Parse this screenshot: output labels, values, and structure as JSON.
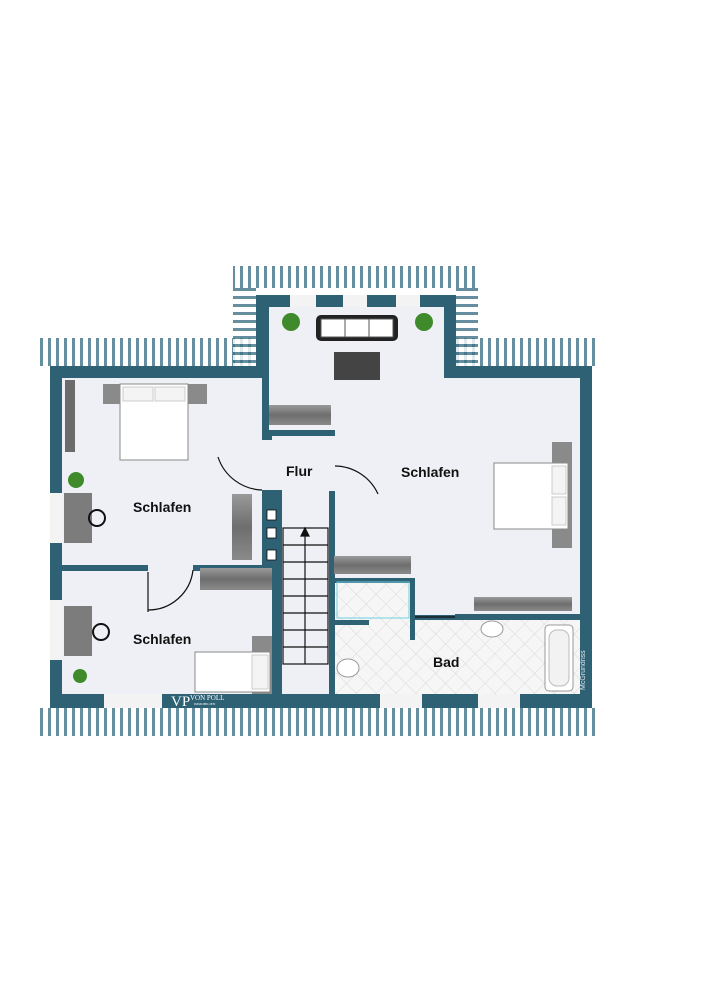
{
  "rooms": {
    "hall": "Flur",
    "bedroom_right": "Schlafen",
    "bedroom_left_top": "Schlafen",
    "bedroom_left_bottom": "Schlafen",
    "bath": "Bad"
  },
  "logo": {
    "initials": "VP",
    "name": "VON POLL",
    "subtitle": "IMMOBILIEN"
  },
  "watermark": "McGrundriss",
  "colors": {
    "wall": "#2e6174",
    "floor": "#eef0f5",
    "roof": "#2e6174"
  }
}
